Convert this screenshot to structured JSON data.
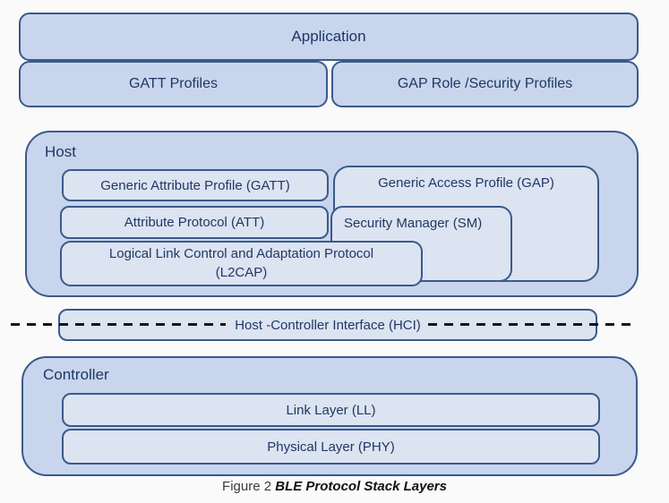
{
  "diagram": {
    "application_label": "Application",
    "gatt_profiles_label": "GATT Profiles",
    "gap_profiles_label": "GAP Role /Security  Profiles",
    "host": {
      "label": "Host",
      "gatt_label": "Generic Attribute Profile (GATT)",
      "gap_label": "Generic Access Profile (GAP)",
      "att_label": "Attribute Protocol  (ATT)",
      "sm_label": "Security Manager (SM)",
      "l2cap_line1": "Logical Link Control and Adaptation Protocol",
      "l2cap_line2": "(L2CAP)"
    },
    "hci_label": "Host -Controller Interface (HCI)",
    "controller": {
      "label": "Controller",
      "link_layer_label": "Link Layer (LL)",
      "physical_layer_label": "Physical Layer (PHY)"
    },
    "caption": {
      "prefix": "Figure 2 ",
      "title": "BLE Protocol Stack Layers"
    },
    "colors": {
      "outer_fill": "#c8d5ed",
      "inner_fill": "#dce3f1",
      "border": "#3a5a8a",
      "text": "#1f3864"
    }
  }
}
